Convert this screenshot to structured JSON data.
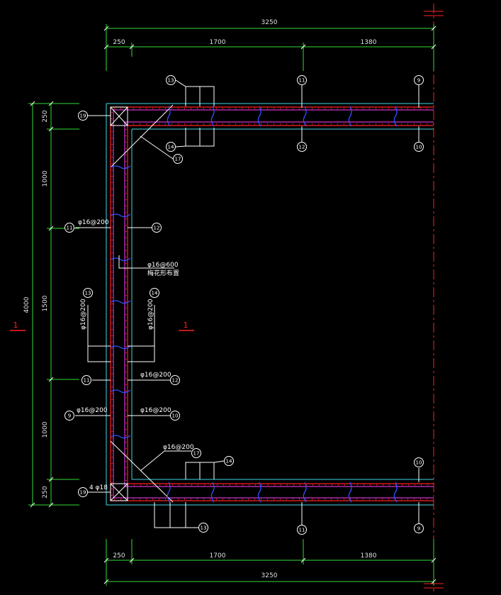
{
  "dimensions": {
    "top_total": "3250",
    "top_a": "250",
    "top_b": "1700",
    "top_c": "1380",
    "left_total": "4000",
    "left_a": "250",
    "left_b": "1000",
    "left_c": "1500",
    "left_d": "1000",
    "left_e": "250",
    "bottom_a": "250",
    "bottom_b": "1700",
    "bottom_c": "1380",
    "bottom_total": "3250"
  },
  "section_mark": "1",
  "rebar_labels": {
    "l1": "φ16@200",
    "l2": "φ16@600",
    "l3": "梅花形布置",
    "l4": "φ16@200",
    "l5": "φ16@200",
    "l6": "φ16@200",
    "l7": "φ16@200",
    "l8": "φ16@200",
    "l9": "φ16@200",
    "l10": "4 φ18"
  },
  "bubbles": {
    "b_top_13": "13",
    "b_top_11": "11",
    "b_top_9": "9",
    "b_top_14": "14",
    "b_top_12": "12",
    "b_top_10": "10",
    "b_corner_top": "19",
    "b_diag_top": "17",
    "b_left_11a": "11",
    "b_left_12a": "12",
    "b_left_13": "13",
    "b_left_14": "14",
    "b_left_11b": "11",
    "b_left_12b": "12",
    "b_left_9": "9",
    "b_left_10": "10",
    "b_diag_bot": "17",
    "b_bot_14": "14",
    "b_bot_10": "10",
    "b_corner_bot": "19",
    "b_bot_13": "13",
    "b_bot_11": "11",
    "b_bot_9": "9"
  }
}
